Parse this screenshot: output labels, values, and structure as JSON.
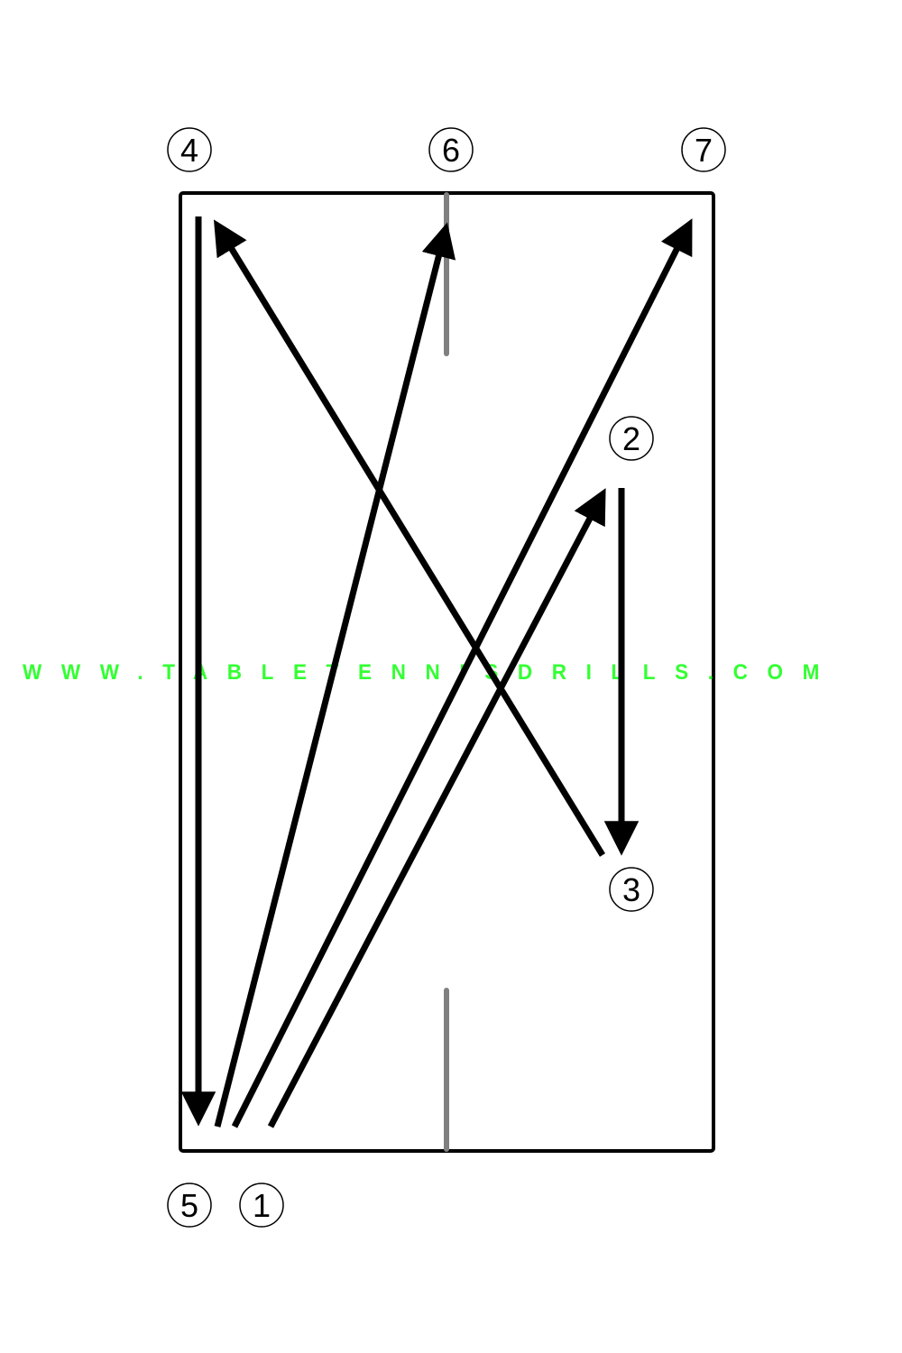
{
  "diagram": {
    "colors": {
      "ink": "#000000",
      "center_line": "#808080",
      "watermark": "#33ff33",
      "background": "#ffffff"
    },
    "markers": {
      "m1": "1",
      "m2": "2",
      "m3": "3",
      "m4": "4",
      "m5": "5",
      "m6": "6",
      "m7": "7"
    },
    "watermark": "WWW.TABLETENNISDRILLS.COM"
  }
}
